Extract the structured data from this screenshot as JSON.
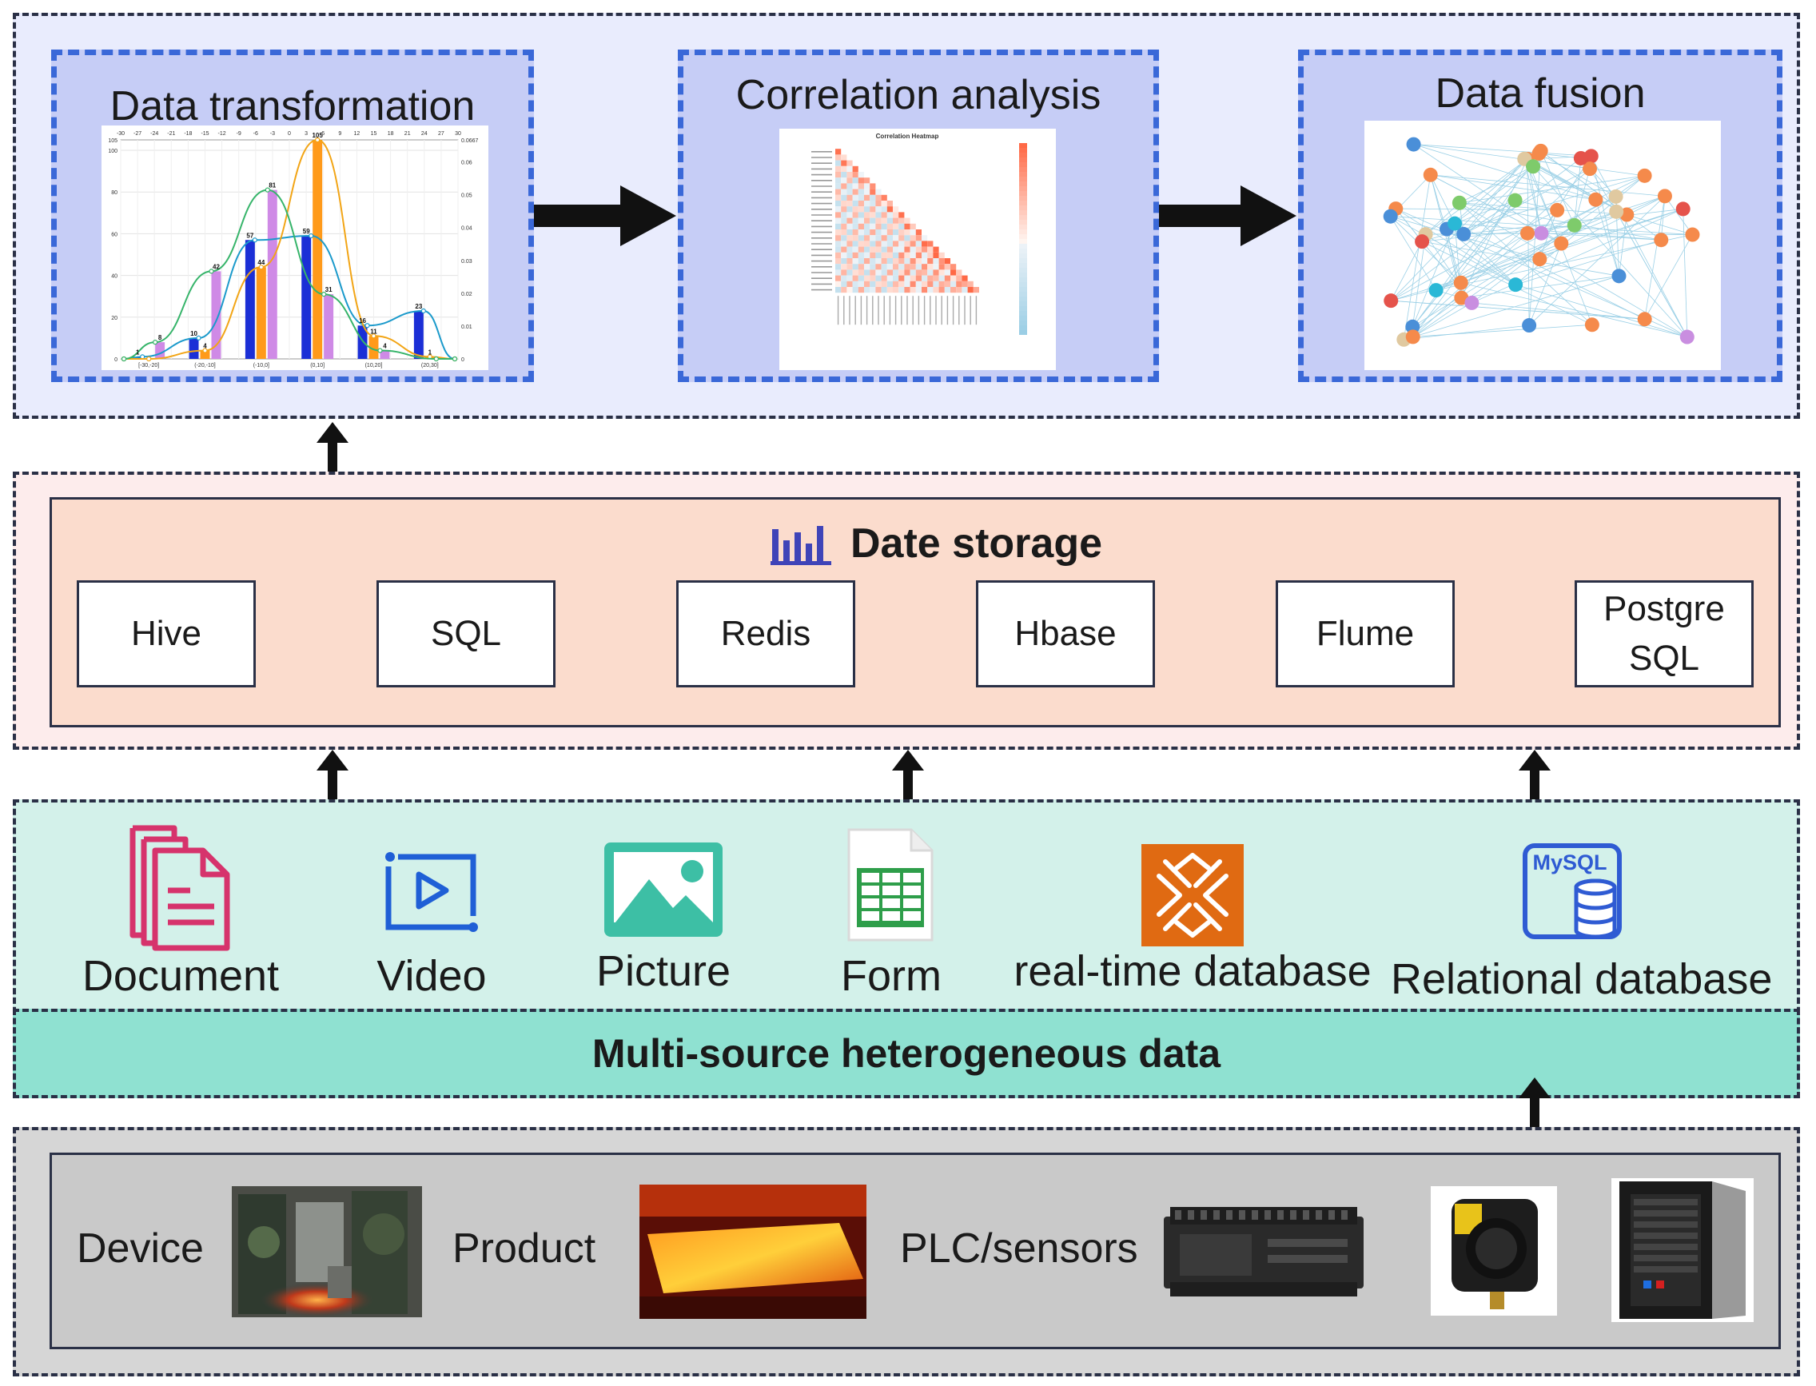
{
  "analysis": {
    "panels": [
      {
        "title": "Data transformation"
      },
      {
        "title": "Correlation analysis",
        "figure_title": "Correlation Heatmap"
      },
      {
        "title": "Data fusion"
      }
    ]
  },
  "histogram": {
    "top_ticks": [
      "-30",
      "-27",
      "-24",
      "-21",
      "-18",
      "-15",
      "-12",
      "-9",
      "-6",
      "-3",
      "0",
      "3",
      "6",
      "9",
      "12",
      "15",
      "18",
      "21",
      "24",
      "27",
      "30"
    ],
    "left_ticks": [
      "0",
      "20",
      "40",
      "60",
      "80",
      "100",
      "105"
    ],
    "right_ticks": [
      "0",
      "0.01",
      "0.02",
      "0.03",
      "0.04",
      "0.05",
      "0.06",
      "0.0667"
    ],
    "categories": [
      "[-30,-20]",
      "(-20,-10]",
      "(-10,0]",
      "(0,10]",
      "(10,20]",
      "(20,30]"
    ],
    "bar_labels": [
      "1",
      "8",
      "10",
      "4",
      "42",
      "57",
      "44",
      "81",
      "59",
      "105",
      "31",
      "16",
      "11",
      "4",
      "23",
      "1"
    ]
  },
  "chart_data": {
    "type": "bar",
    "categories": [
      "[-30,-20]",
      "(-20,-10]",
      "(-10,0]",
      "(0,10]",
      "(10,20]",
      "(20,30]"
    ],
    "series": [
      {
        "values": [
          1,
          10,
          57,
          59,
          16,
          23
        ]
      },
      {
        "values": [
          0,
          4,
          44,
          105,
          11,
          1
        ]
      },
      {
        "values": [
          8,
          42,
          81,
          31,
          4,
          0
        ]
      }
    ],
    "ylim": [
      0,
      105
    ]
  },
  "storage": {
    "title": "Date storage",
    "items": [
      "Hive",
      "SQL",
      "Redis",
      "Hbase",
      "Flume",
      "Postgre\nSQL"
    ]
  },
  "sources": {
    "items": [
      {
        "label": "Document",
        "icon": "document-icon",
        "color": "#d6336c"
      },
      {
        "label": "Video",
        "icon": "video-icon",
        "color": "#1f5fd6"
      },
      {
        "label": "Picture",
        "icon": "picture-icon",
        "color": "#3dbfa5"
      },
      {
        "label": "Form",
        "icon": "spreadsheet-icon",
        "color": "#2e9e4a"
      },
      {
        "label": "real-time database",
        "icon": "realtime-db-icon",
        "color": "#e06a12"
      },
      {
        "label": "Relational database",
        "icon": "mysql-database-icon",
        "color": "#2f5bd3",
        "badge": "MySQL"
      }
    ],
    "band_label": "Multi-source heterogeneous data"
  },
  "devices": {
    "labels": [
      "Device",
      "Product",
      "PLC/sensors"
    ]
  },
  "colors": {
    "analysis_bg": "#e9ecfd",
    "panel_bg": "#c6cdf6",
    "panel_border": "#3a68d8",
    "storage_bg": "#fbdccd",
    "sources_bg": "#d3f1ea",
    "band_bg": "#8fe1d1",
    "device_bg": "#c9c9c9"
  }
}
